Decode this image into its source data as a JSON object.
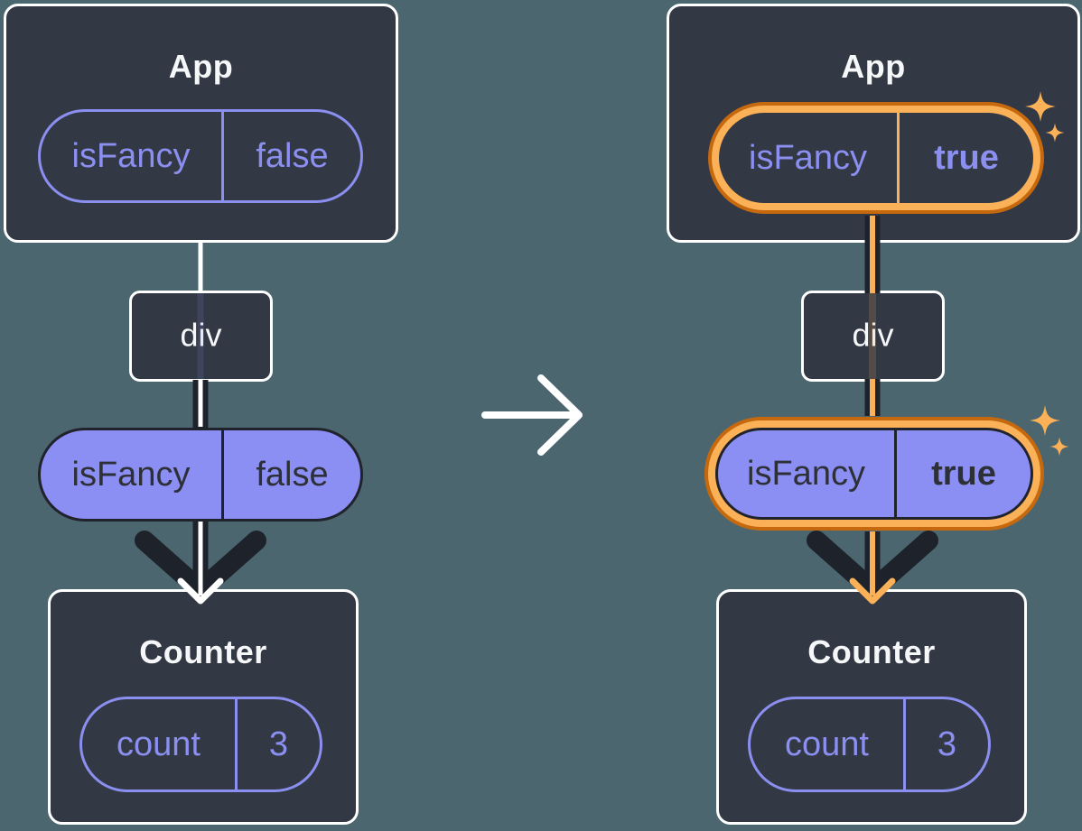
{
  "colors": {
    "background": "#4C6670",
    "node_background": "#333845",
    "node_border": "#FFFFFF",
    "accent_purple": "#8A8FF0",
    "pill_fill_purple": "#8B8EF2",
    "ink_dark": "#1E222A",
    "highlight_orange": "#FAB157",
    "highlight_orange_dark": "#C6690E"
  },
  "icons": {
    "transition_arrow": "right-arrow",
    "highlight": "sparkles"
  },
  "before": {
    "app": {
      "title": "App",
      "prop": {
        "name": "isFancy",
        "value": "false",
        "highlighted": false
      }
    },
    "div": {
      "label": "div"
    },
    "passed_prop": {
      "name": "isFancy",
      "value": "false",
      "highlighted": false
    },
    "counter": {
      "title": "Counter",
      "state": {
        "name": "count",
        "value": "3"
      }
    }
  },
  "after": {
    "app": {
      "title": "App",
      "prop": {
        "name": "isFancy",
        "value": "true",
        "highlighted": true
      }
    },
    "div": {
      "label": "div"
    },
    "passed_prop": {
      "name": "isFancy",
      "value": "true",
      "highlighted": true
    },
    "counter": {
      "title": "Counter",
      "state": {
        "name": "count",
        "value": "3"
      }
    }
  }
}
